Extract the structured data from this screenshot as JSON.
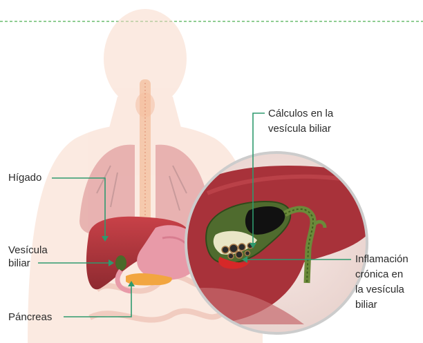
{
  "labels": {
    "higado": "Hígado",
    "vesicula_line1": "Vesícula",
    "vesicula_line2": "biliar",
    "pancreas": "Páncreas",
    "calculos_line1": "Cálculos en la",
    "calculos_line2": "vesícula biliar",
    "inflamacion_line1": "Inflamación",
    "inflamacion_line2": "crónica en",
    "inflamacion_line3": "la vesícula",
    "inflamacion_line4": "biliar"
  },
  "colors": {
    "leader_line": "#2e9a6e",
    "dashed_rule": "#4caf50",
    "body_skin": "#f8d8c8",
    "liver": "#b23a3f",
    "gallbladder": "#4a6a2a",
    "pancreas": "#f2a640",
    "stomach": "#e89aa8"
  }
}
